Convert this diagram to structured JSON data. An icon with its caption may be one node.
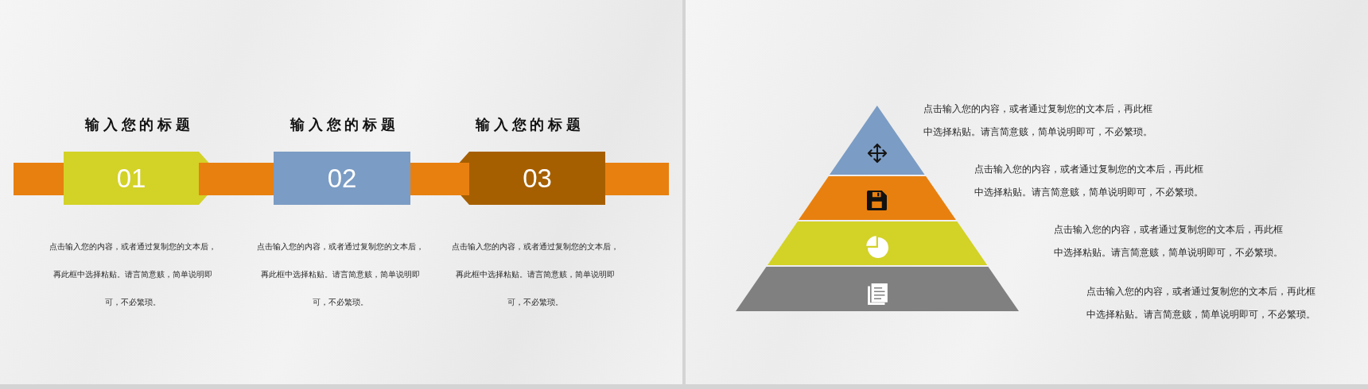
{
  "diagram": {
    "nodes": [
      {
        "text": [
          "输入您的标题",
          "01"
        ]
      },
      {
        "text": [
          "输入您的标题",
          "02"
        ]
      },
      {
        "text": [
          "输入您的标题",
          "03"
        ]
      },
      {
        "text": [],
        "shape": "triangle",
        "beside": [
          "点击输入您的内容，或者通过复制您的文本后，再此框中选择粘贴。请言简意赅，简单说明即可，不必繁琐。"
        ]
      },
      {
        "text": [],
        "shape": "trapezoid",
        "beside": [
          "点击输入您的内容，或者通过复制您的文本后，再此框中选择粘贴。请言简意赅，简单说明即可，不必繁琐。"
        ]
      },
      {
        "text": [],
        "shape": "trapezoid"
      },
      {
        "text": [],
        "shape": "trapezoid"
      }
    ],
    "labels": [
      "点击输入您的内容，或者通过复制您的文本后，再此框中选择粘贴。请言简意赅，简单说明即可，不必繁琐。",
      "点击输入您的内容，或者通过复制您的文本后，再此框中选择粘贴。请言简意赅，简单说明即可，不必繁琐。",
      "点击输入您的内容，或者通过复制您的文本后，再此框中选择粘贴。请言简意赅，简单说明即可，不必繁琐。",
      "点击输入您的内容，或者通过复制您的文本后，再此框中选择粘贴。请言简意赅，简单说明即可，不必繁琐。",
      "点击输入您的内容，或者通过复制您的文本后，再此框中选择粘贴。请言简意赅，简单说明即可，不必繁琐。"
    ]
  }
}
